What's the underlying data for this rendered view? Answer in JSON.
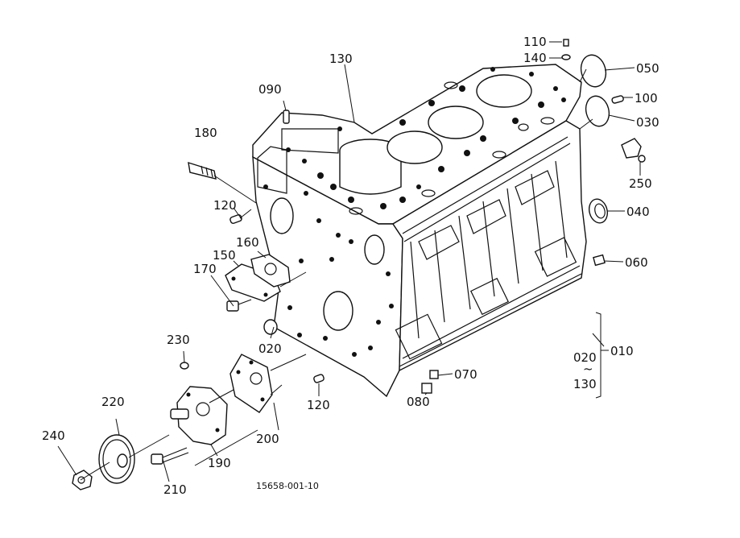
{
  "drawing_code": "15658-001-10",
  "parts": {
    "p110": "110",
    "p140": "140",
    "p050": "050",
    "p100": "100",
    "p030": "030",
    "p250": "250",
    "p040": "040",
    "p060": "060",
    "p010": "010",
    "p020_range": "020",
    "p130_range": "130",
    "p070": "070",
    "p080": "080",
    "p120_lower": "120",
    "p020": "020",
    "p200": "200",
    "p190": "190",
    "p210": "210",
    "p220": "220",
    "p240": "240",
    "p230": "230",
    "p170": "170",
    "p150": "150",
    "p160": "160",
    "p120_upper": "120",
    "p180": "180",
    "p090": "090",
    "p130_top": "130"
  },
  "range_separator": "~"
}
